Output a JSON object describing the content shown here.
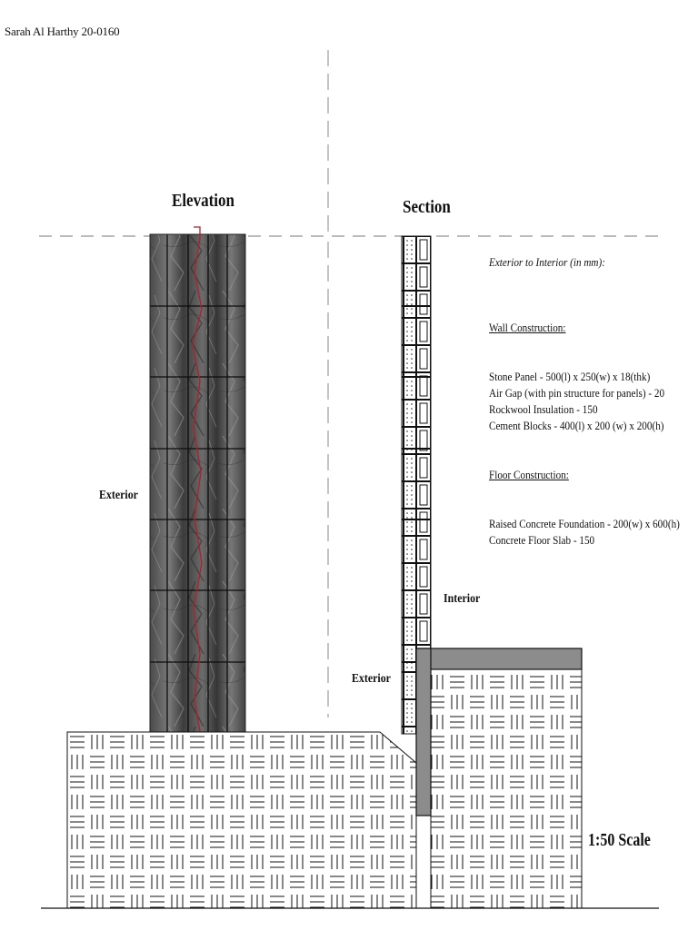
{
  "author": "Sarah Al Harthy 20-0160",
  "elevation_title": "Elevation",
  "section_title": "Section",
  "elevation_side_label": "Exterior",
  "section_interior_label": "Interior",
  "section_exterior_label": "Exterior",
  "notes": {
    "intro": "Exterior to Interior (in mm):",
    "wall_heading": "Wall Construction:",
    "wall_items": [
      "Stone Panel -   500(l) x 250(w) x 18(thk)",
      "Air Gap (with pin structure for panels) -  20",
      "Rockwool Insulation -   150",
      "Cement Blocks -   400(l) x 200 (w) x 200(h)"
    ],
    "floor_heading": "Floor Construction:",
    "floor_items": [
      "Raised Concrete Foundation -   200(w) x 600(h)",
      "Concrete Floor Slab -    150"
    ]
  },
  "scale_label": "1:50 Scale",
  "colors": {
    "stone_dark": "#3a3a3a",
    "stone_light": "#8a8a8a",
    "section_cut_red": "#b0202c",
    "foundation_grey": "#8c8c8c",
    "line": "#111111"
  }
}
